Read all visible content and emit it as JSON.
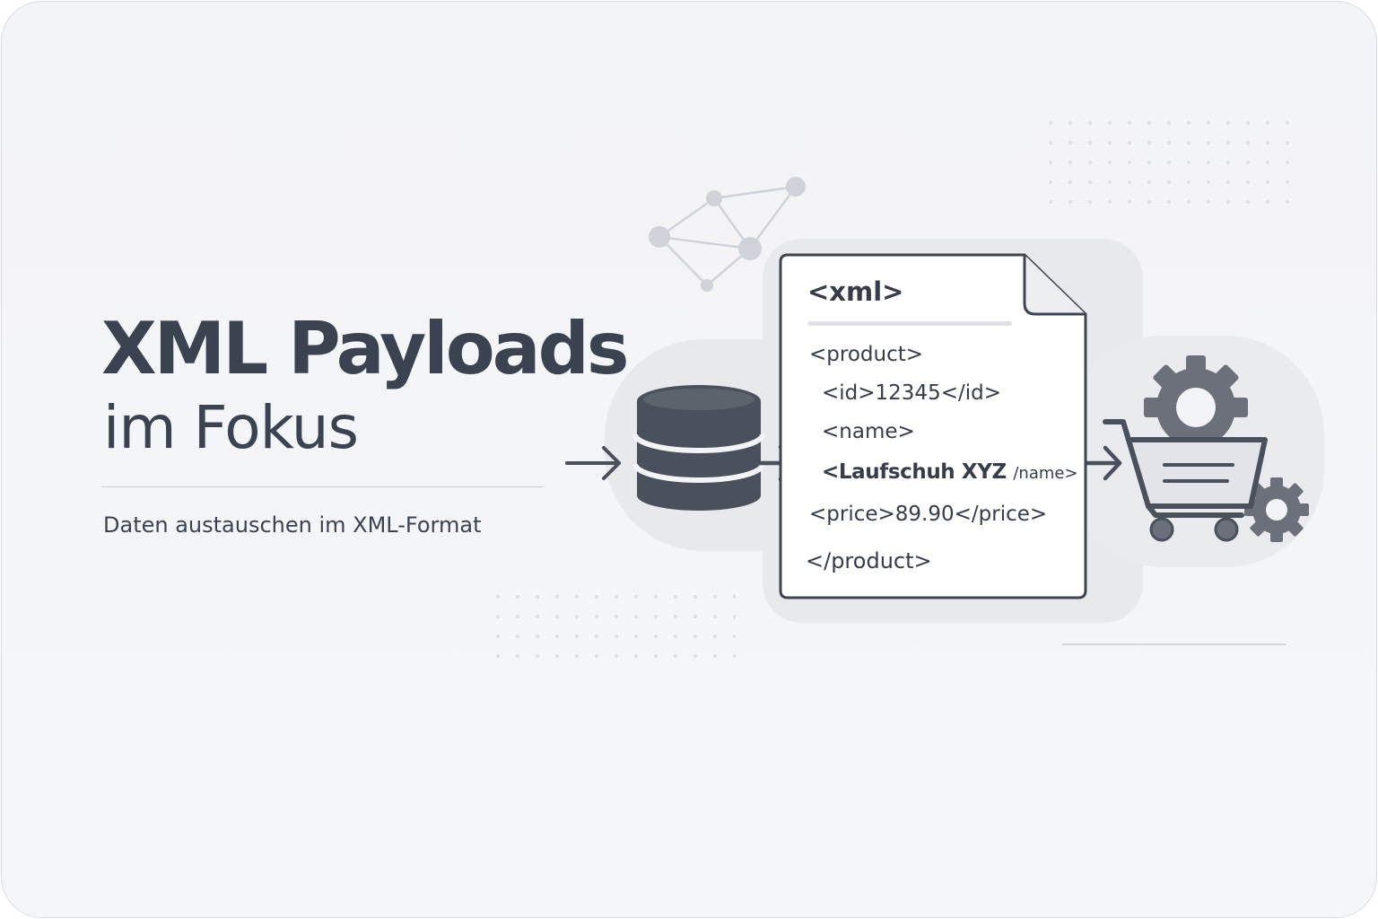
{
  "heading": {
    "title": "XML Payloads",
    "subtitle": "im Fokus",
    "tagline": "Daten austauschen im XML-Format"
  },
  "document": {
    "lines": [
      "<xml>",
      "<product>",
      "<id>12345</id>",
      "<name>",
      "<Laufschuh XYZ",
      "/name>",
      "<price>89.90</price>",
      "</product>"
    ]
  },
  "colors": {
    "ink": "#3b4350",
    "icon_dark": "#4b515c",
    "icon_mid": "#6b707a",
    "background": "#f3f4f7",
    "network": "#c9ccd2"
  },
  "icons": [
    "database-icon",
    "shopping-cart-icon",
    "gear-icon",
    "network-icon",
    "arrow-right-icon",
    "xml-document-icon"
  ]
}
